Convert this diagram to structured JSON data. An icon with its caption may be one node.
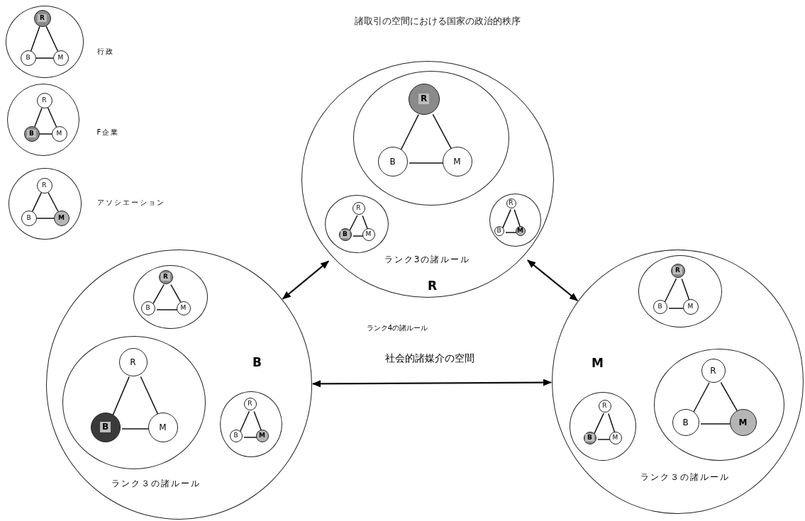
{
  "diagram": {
    "title": "諸取引の空間における国家の政治的秩序",
    "nodes": [
      {
        "text": [],
        "shape": "circle",
        "beside": [
          "行政"
        ]
      },
      {
        "text": [
          "R"
        ],
        "in": 0
      },
      {
        "text": [
          "B"
        ],
        "in": 0
      },
      {
        "text": [
          "M"
        ],
        "in": 0
      },
      {
        "text": [],
        "shape": "circle",
        "beside": [
          "F企業"
        ]
      },
      {
        "text": [
          "R"
        ],
        "in": 4
      },
      {
        "text": [
          "B"
        ],
        "in": 4
      },
      {
        "text": [
          "M"
        ],
        "in": 4
      },
      {
        "text": [],
        "shape": "circle",
        "beside": [
          "アソシエーション"
        ]
      },
      {
        "text": [
          "R"
        ],
        "in": 8
      },
      {
        "text": [
          "B"
        ],
        "in": 8
      },
      {
        "text": [
          "M"
        ],
        "in": 8
      },
      {
        "text": [
          "ランク3の諸ルール",
          "R"
        ]
      },
      {
        "text": [],
        "shape": "circle",
        "in": 12
      },
      {
        "text": [
          "R"
        ],
        "in": 13
      },
      {
        "text": [
          "B"
        ],
        "in": 13
      },
      {
        "text": [
          "M"
        ],
        "in": 13
      },
      {
        "text": [],
        "shape": "circle",
        "in": 12
      },
      {
        "text": [
          "R"
        ],
        "in": 17
      },
      {
        "text": [
          "B"
        ],
        "in": 17
      },
      {
        "text": [
          "M"
        ],
        "in": 17
      },
      {
        "text": [],
        "shape": "circle",
        "in": 12
      },
      {
        "text": [
          "R"
        ],
        "in": 21
      },
      {
        "text": [
          "B"
        ],
        "in": 21
      },
      {
        "text": [
          "M"
        ],
        "in": 21
      },
      {
        "text": [
          "B",
          "ランク３の諸ルール"
        ]
      },
      {
        "text": [],
        "shape": "circle",
        "in": 25
      },
      {
        "text": [
          "R"
        ],
        "in": 26
      },
      {
        "text": [
          "B"
        ],
        "in": 26
      },
      {
        "text": [
          "M"
        ],
        "in": 26
      },
      {
        "text": [],
        "shape": "circle",
        "in": 25
      },
      {
        "text": [
          "R"
        ],
        "in": 30
      },
      {
        "text": [
          "B"
        ],
        "in": 30
      },
      {
        "text": [
          "M"
        ],
        "in": 30
      },
      {
        "text": [],
        "shape": "circle",
        "in": 25
      },
      {
        "text": [
          "R"
        ],
        "in": 34
      },
      {
        "text": [
          "B"
        ],
        "in": 34
      },
      {
        "text": [
          "M"
        ],
        "in": 34
      },
      {
        "text": [
          "M",
          "ランク３の諸ルール"
        ]
      },
      {
        "text": [],
        "shape": "circle",
        "in": 38
      },
      {
        "text": [
          "R"
        ],
        "in": 39
      },
      {
        "text": [
          "B"
        ],
        "in": 39
      },
      {
        "text": [
          "M"
        ],
        "in": 39
      },
      {
        "text": [],
        "shape": "circle",
        "in": 38
      },
      {
        "text": [
          "R"
        ],
        "in": 43
      },
      {
        "text": [
          "B"
        ],
        "in": 43
      },
      {
        "text": [
          "M"
        ],
        "in": 43
      },
      {
        "text": [],
        "shape": "circle",
        "in": 38
      },
      {
        "text": [
          "R"
        ],
        "in": 47
      },
      {
        "text": [
          "B"
        ],
        "in": 47
      },
      {
        "text": [
          "M"
        ],
        "in": 47
      }
    ],
    "edges": [
      {
        "from": 1,
        "to": 2,
        "arrow": "none"
      },
      {
        "from": 1,
        "to": 3,
        "arrow": "none"
      },
      {
        "from": 2,
        "to": 3,
        "arrow": "none"
      },
      {
        "from": 5,
        "to": 6,
        "arrow": "none"
      },
      {
        "from": 5,
        "to": 7,
        "arrow": "none"
      },
      {
        "from": 6,
        "to": 7,
        "arrow": "none"
      },
      {
        "from": 9,
        "to": 10,
        "arrow": "none"
      },
      {
        "from": 9,
        "to": 11,
        "arrow": "none"
      },
      {
        "from": 10,
        "to": 11,
        "arrow": "none"
      },
      {
        "from": 14,
        "to": 15,
        "arrow": "none"
      },
      {
        "from": 14,
        "to": 16,
        "arrow": "none"
      },
      {
        "from": 15,
        "to": 16,
        "arrow": "none"
      },
      {
        "from": 18,
        "to": 19,
        "arrow": "none"
      },
      {
        "from": 18,
        "to": 20,
        "arrow": "none"
      },
      {
        "from": 19,
        "to": 20,
        "arrow": "none"
      },
      {
        "from": 22,
        "to": 23,
        "arrow": "none"
      },
      {
        "from": 22,
        "to": 24,
        "arrow": "none"
      },
      {
        "from": 23,
        "to": 24,
        "arrow": "none"
      },
      {
        "from": 27,
        "to": 28,
        "arrow": "none"
      },
      {
        "from": 27,
        "to": 29,
        "arrow": "none"
      },
      {
        "from": 28,
        "to": 29,
        "arrow": "none"
      },
      {
        "from": 31,
        "to": 32,
        "arrow": "none"
      },
      {
        "from": 31,
        "to": 33,
        "arrow": "none"
      },
      {
        "from": 32,
        "to": 33,
        "arrow": "none"
      },
      {
        "from": 35,
        "to": 36,
        "arrow": "none"
      },
      {
        "from": 35,
        "to": 37,
        "arrow": "none"
      },
      {
        "from": 36,
        "to": 37,
        "arrow": "none"
      },
      {
        "from": 40,
        "to": 41,
        "arrow": "none"
      },
      {
        "from": 40,
        "to": 42,
        "arrow": "none"
      },
      {
        "from": 41,
        "to": 42,
        "arrow": "none"
      },
      {
        "from": 44,
        "to": 45,
        "arrow": "none"
      },
      {
        "from": 44,
        "to": 46,
        "arrow": "none"
      },
      {
        "from": 45,
        "to": 46,
        "arrow": "none"
      },
      {
        "from": 48,
        "to": 49,
        "arrow": "none"
      },
      {
        "from": 48,
        "to": 50,
        "arrow": "none"
      },
      {
        "from": 49,
        "to": 50,
        "arrow": "none"
      },
      {
        "from": 12,
        "to": 25,
        "arrow": "both"
      },
      {
        "from": 12,
        "to": 38,
        "arrow": "both"
      },
      {
        "from": 25,
        "to": 38,
        "arrow": "both"
      }
    ],
    "labels": [
      "ランク4の諸ルール",
      "社会的諸媒介の空間"
    ]
  }
}
